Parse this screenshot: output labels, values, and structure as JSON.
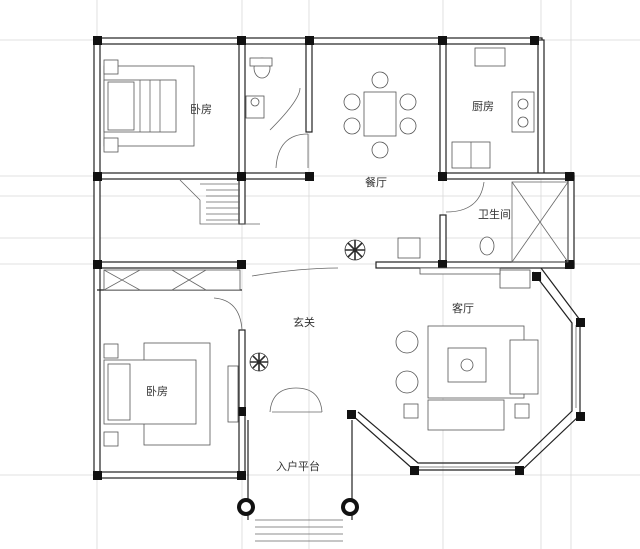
{
  "rooms": {
    "bedroom_top": "卧房",
    "dining": "餐厅",
    "kitchen": "厨房",
    "bathroom": "卫生间",
    "living": "客厅",
    "foyer": "玄关",
    "bedroom_bottom": "卧房",
    "entry_platform": "入户平台"
  },
  "colors": {
    "wall": "#222222",
    "grid": "#d8d8d8",
    "column": "#111111",
    "plant": "#2b2b2b"
  }
}
